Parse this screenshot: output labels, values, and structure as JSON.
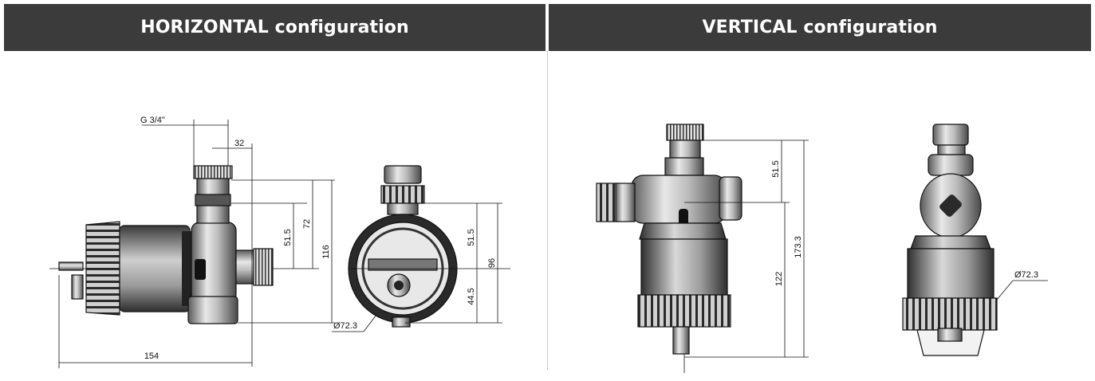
{
  "headers": {
    "horizontal": "HORIZONTAL configuration",
    "vertical": "VERTICAL configuration"
  },
  "horizontal": {
    "dims": {
      "thread": "G 3/4\"",
      "d32": "32",
      "d72": "72",
      "d51_5": "51.5",
      "d116": "116",
      "d154": "154",
      "d51_5_front": "51.5",
      "d44_5": "44.5",
      "d96": "96",
      "dia": "Ø72.3"
    }
  },
  "vertical": {
    "dims": {
      "d51_5": "51.5",
      "d173_3": "173.3",
      "d122": "122",
      "dia": "Ø72.3"
    }
  }
}
